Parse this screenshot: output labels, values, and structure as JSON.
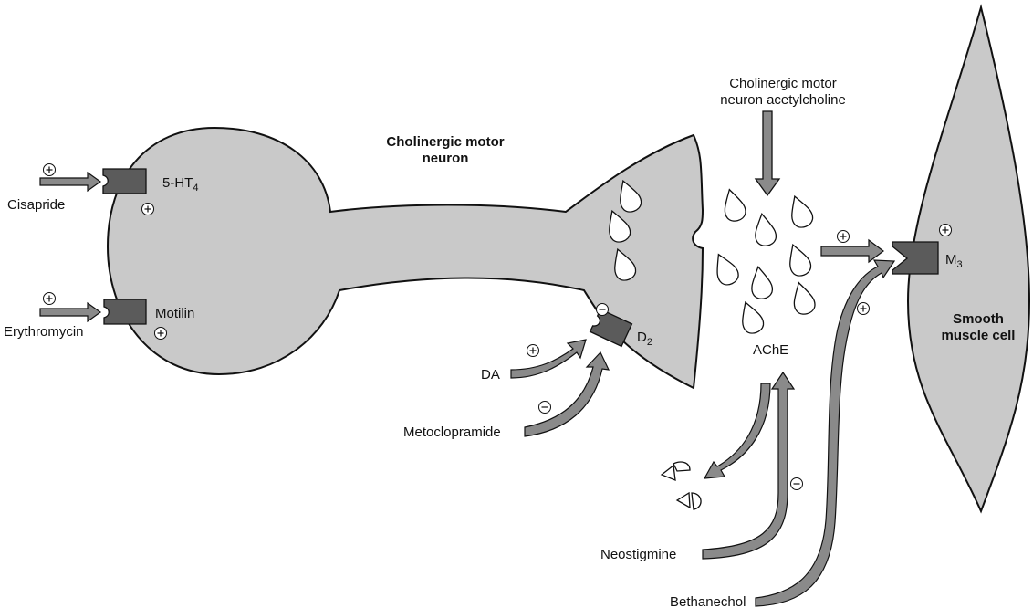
{
  "colors": {
    "cell_fill": "#c9c9c9",
    "outline": "#111111",
    "receptor_fill": "#5b5b5b",
    "arrow_fill": "#8a8a8a",
    "vesicle_fill": "#ffffff",
    "background": "#ffffff"
  },
  "neuron": {
    "title_line1": "Cholinergic motor",
    "title_line2": "neuron"
  },
  "muscle": {
    "title_line1": "Smooth",
    "title_line2": "muscle cell"
  },
  "release": {
    "label_line1": "Cholinergic motor",
    "label_line2": "neuron acetylcholine"
  },
  "receptors": {
    "ht4": {
      "name": "5-HT",
      "sub": "4"
    },
    "motilin": {
      "name": "Motilin"
    },
    "d2": {
      "name": "D",
      "sub": "2"
    },
    "m3": {
      "name": "M",
      "sub": "3"
    }
  },
  "drugs": {
    "cisapride": "Cisapride",
    "erythromycin": "Erythromycin",
    "da": "DA",
    "metoclopramide": "Metoclopramide",
    "neostigmine": "Neostigmine",
    "bethanechol": "Bethanechol"
  },
  "enzyme": {
    "label": "AChE"
  },
  "signs": {
    "plus": "+",
    "minus": "−"
  }
}
